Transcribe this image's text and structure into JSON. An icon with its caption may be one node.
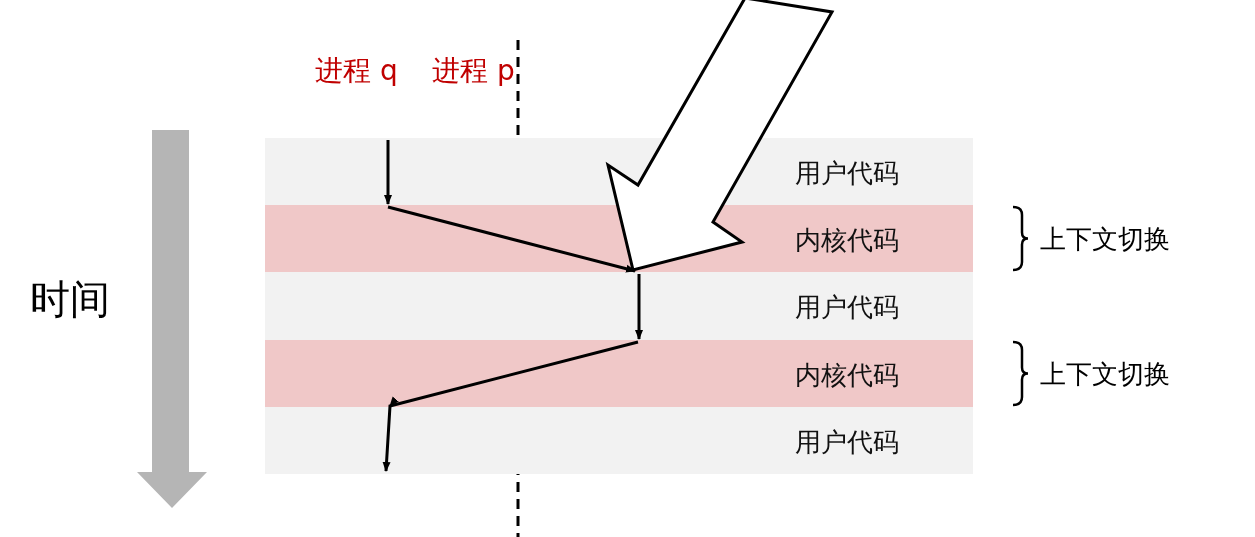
{
  "diagram": {
    "nodes": [
      {
        "text": [
          "用户代码"
        ]
      },
      {
        "text": [
          "内核代码"
        ]
      },
      {
        "text": [
          "用户代码"
        ]
      },
      {
        "text": [
          "内核代码"
        ]
      },
      {
        "text": [
          "用户代码"
        ]
      }
    ],
    "edges": [
      {
        "from": 0,
        "to": 1,
        "arrow": "to"
      },
      {
        "from": 1,
        "to": 2,
        "arrow": "to"
      },
      {
        "from": 2,
        "to": 3,
        "arrow": "to"
      },
      {
        "from": 3,
        "to": 4,
        "arrow": "to"
      }
    ],
    "labels": [
      "进程 q",
      "进程 p",
      "时间",
      "上下文切换",
      "上下文切换"
    ]
  }
}
